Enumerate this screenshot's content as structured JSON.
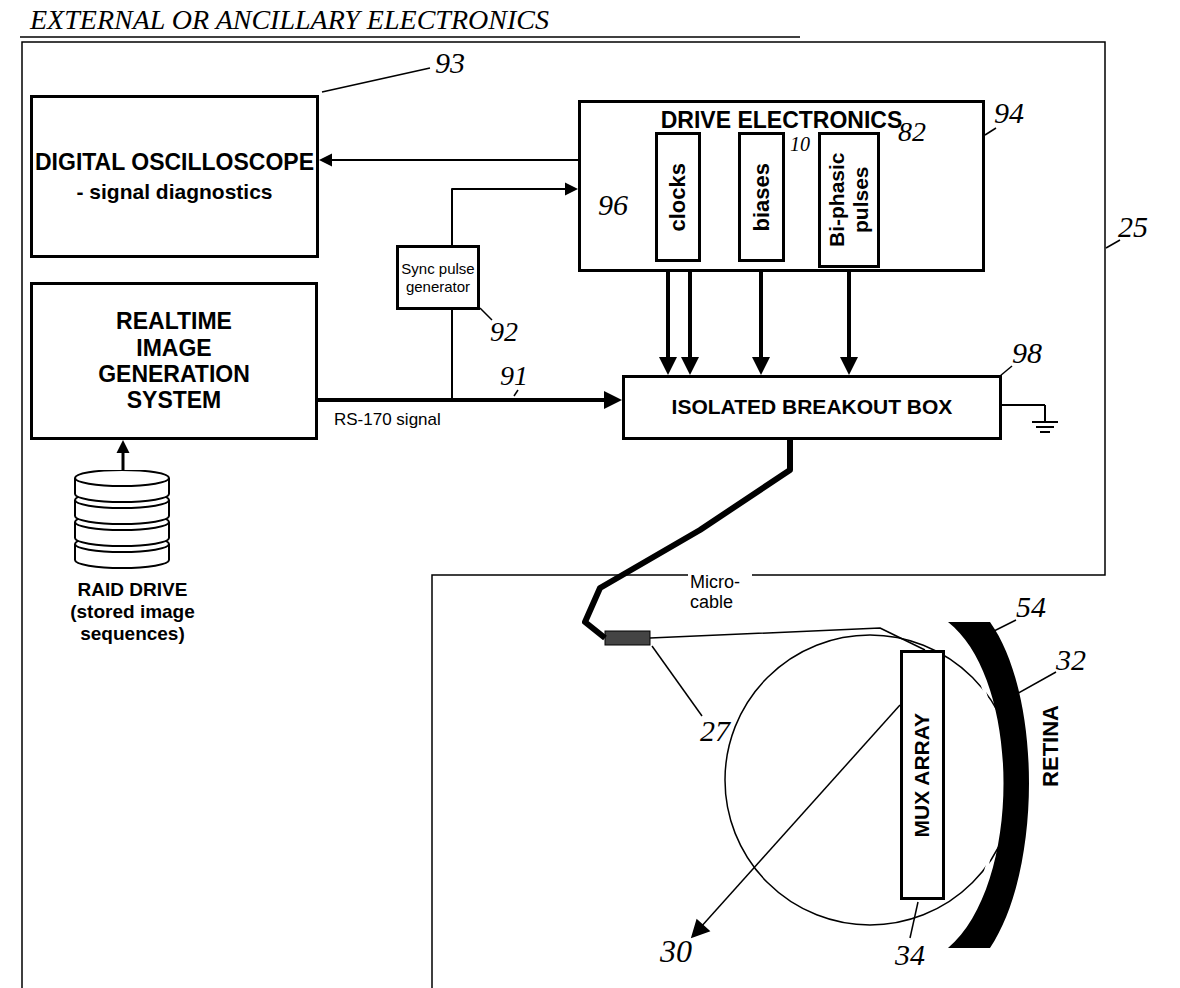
{
  "diagram": {
    "title": "EXTERNAL OR ANCILLARY ELECTRONICS",
    "nodes": [
      {
        "text": [
          "DIGITAL OSCILLOSCOPE",
          "- signal diagnostics"
        ]
      },
      {
        "text": [
          "DRIVE ELECTRONICS"
        ]
      },
      {
        "text": [
          "clocks"
        ],
        "in": 1
      },
      {
        "text": [
          "biases"
        ],
        "in": 1
      },
      {
        "text": [
          "Bi-phasic pulses"
        ],
        "in": 1
      },
      {
        "text": [
          "Sync pulse generator"
        ]
      },
      {
        "text": [
          "REALTIME IMAGE GENERATION SYSTEM"
        ]
      },
      {
        "text": [
          "ISOLATED BREAKOUT BOX"
        ]
      },
      {
        "text": [
          "RAID DRIVE (stored image sequences)"
        ]
      },
      {
        "text": [
          "MUX ARRAY"
        ]
      }
    ],
    "edges": [
      {
        "from": 1,
        "to": 0,
        "arrow": "to"
      },
      {
        "from": 6,
        "to": 7,
        "arrow": "to",
        "label": "RS-170 signal"
      },
      {
        "from": 6,
        "to": 5,
        "arrow": "none"
      },
      {
        "from": 5,
        "to": 1,
        "arrow": "to"
      },
      {
        "from": 2,
        "to": 7,
        "arrow": "to"
      },
      {
        "from": 2,
        "to": 7,
        "arrow": "to"
      },
      {
        "from": 3,
        "to": 7,
        "arrow": "to"
      },
      {
        "from": 4,
        "to": 7,
        "arrow": "to"
      },
      {
        "from": 7,
        "to": 9,
        "arrow": "none",
        "label": "Micro- cable"
      },
      {
        "from": 8,
        "to": 6,
        "arrow": "to"
      }
    ],
    "labels": [
      "93",
      "94",
      "82",
      "10",
      "96",
      "25",
      "92",
      "91",
      "98",
      "27",
      "54",
      "32",
      "30",
      "34",
      "RETINA"
    ]
  }
}
